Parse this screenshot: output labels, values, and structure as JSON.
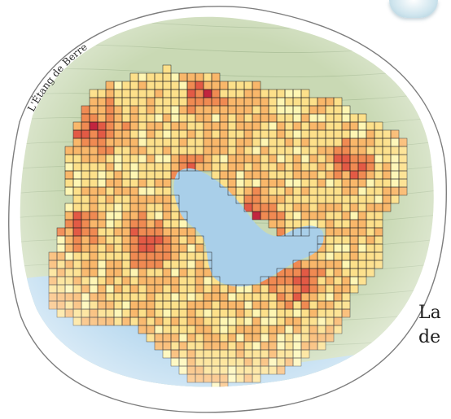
{
  "map": {
    "arc_label": "L'Étang de Berre",
    "side_text": [
      "La",
      "de"
    ],
    "colors": {
      "frame": "#7d7d7d",
      "lagoon": "#a9cfe9",
      "sea": "#b3d6ee",
      "terrain": "#c9d9b4",
      "grid_line": "#1e1e1e",
      "density_scale": [
        "#fff6b3",
        "#fde08a",
        "#f9b76a",
        "#f08a52",
        "#e35a45",
        "#c2253f"
      ]
    }
  }
}
